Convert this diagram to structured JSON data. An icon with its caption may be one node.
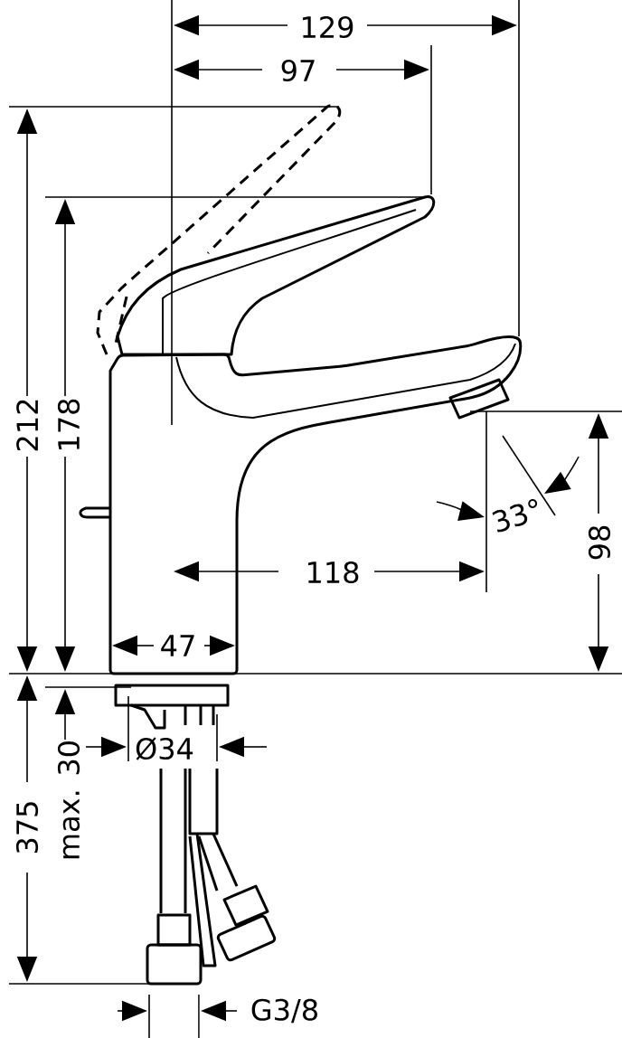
{
  "diagram": {
    "labels": [
      "129",
      "97",
      "212",
      "178",
      "33°",
      "118",
      "98",
      "47",
      "Ø34",
      "max. 30",
      "375",
      "G3/8"
    ]
  }
}
